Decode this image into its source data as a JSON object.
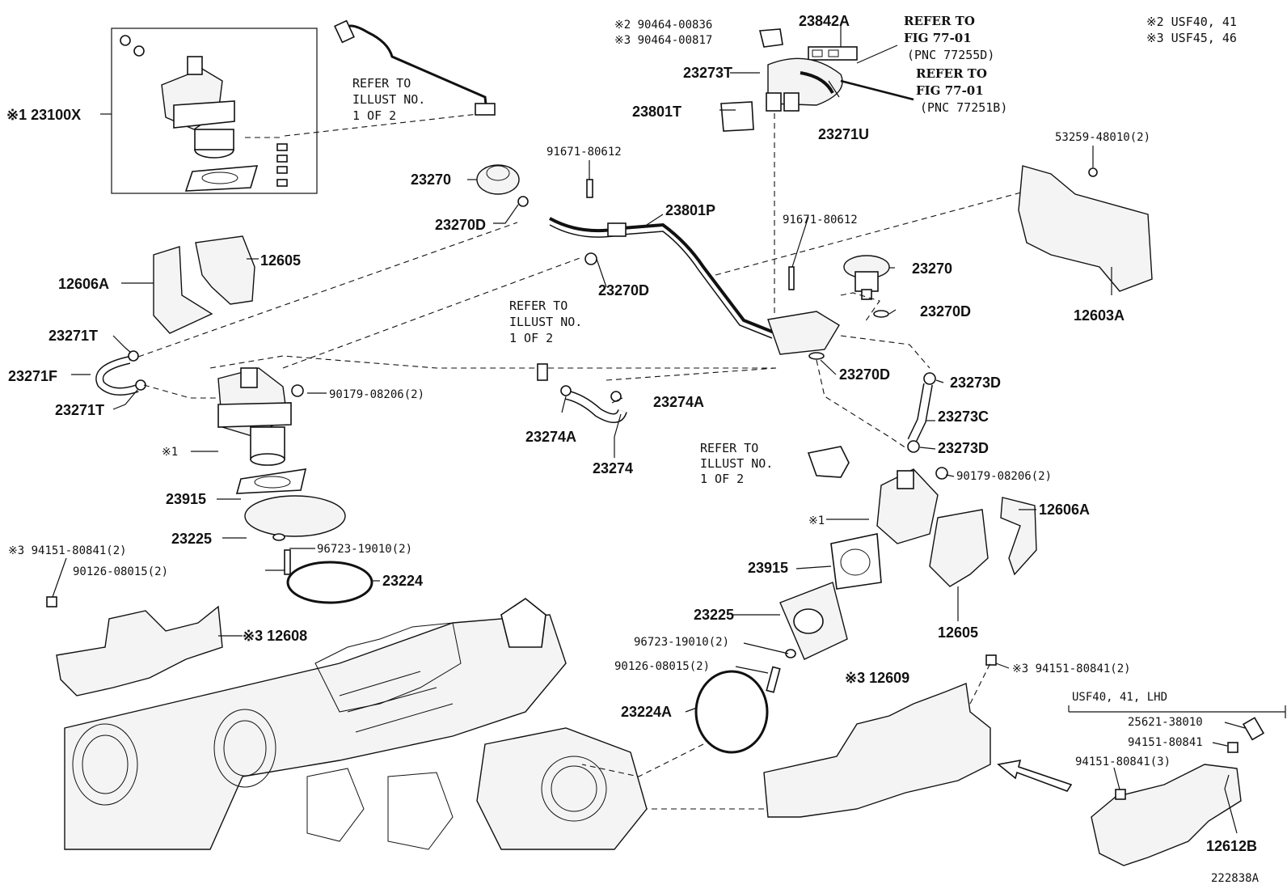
{
  "diagram_id": "222838A",
  "legend": {
    "note2": "※2  USF40, 41",
    "note3": "※3  USF45, 46"
  },
  "refs": {
    "illust_top": [
      "REFER TO",
      "ILLUST NO.",
      "1 OF 2"
    ],
    "illust_mid": [
      "REFER TO",
      "ILLUST NO.",
      "1 OF 2"
    ],
    "illust_right": [
      "REFER TO",
      "ILLUST NO.",
      "1 OF 2"
    ],
    "fig_a": [
      "REFER TO",
      "FIG 77-01",
      "(PNC 77255D)"
    ],
    "fig_b": [
      "REFER TO",
      "FIG 77-01",
      "(PNC 77251B)"
    ]
  },
  "inset_label": "USF40, 41, LHD",
  "parts": {
    "p23100X": "※1 23100X",
    "p90464_00836": "※2  90464-00836",
    "p90464_00817": "※3  90464-00817",
    "p23842A": "23842A",
    "p23273T": "23273T",
    "p23801T": "23801T",
    "p23271U": "23271U",
    "p53259": "53259-48010(2)",
    "p23270_a": "23270",
    "p91671_a": "91671-80612",
    "p23801P": "23801P",
    "p23270D_a": "23270D",
    "p23270D_b": "23270D",
    "p12605_a": "12605",
    "p12606A_a": "12606A",
    "p91671_b": "91671-80612",
    "p23270_b": "23270",
    "p23270D_c": "23270D",
    "p12603A": "12603A",
    "p23271T_a": "23271T",
    "p23271F": "23271F",
    "p23271T_b": "23271T",
    "p90179_a": "90179-08206(2)",
    "p23270D_d": "23270D",
    "p23273D_a": "23273D",
    "p23274A_a": "23274A",
    "p23274A_b": "23274A",
    "p23273C": "23273C",
    "p23274": "23274",
    "p23273D_b": "23273D",
    "p90179_b": "90179-08206(2)",
    "p_x1_a": "※1",
    "p_x1_b": "※1",
    "p12606A_b": "12606A",
    "p23915_a": "23915",
    "p23225_a": "23225",
    "p96723_a": "96723-19010(2)",
    "p90126_a": "90126-08015(2)",
    "p23224": "23224",
    "p94151_a": "※3  94151-80841(2)",
    "p23915_b": "23915",
    "p12605_b": "12605",
    "p12608": "※3  12608",
    "p23225_b": "23225",
    "p96723_b": "96723-19010(2)",
    "p90126_b": "90126-08015(2)",
    "p94151_b": "※3  94151-80841(2)",
    "p12609": "※3  12609",
    "p23224A": "23224A",
    "p25621": "25621-38010",
    "p94151_c": "94151-80841",
    "p94151_d": "94151-80841(3)",
    "p12612B": "12612B"
  }
}
